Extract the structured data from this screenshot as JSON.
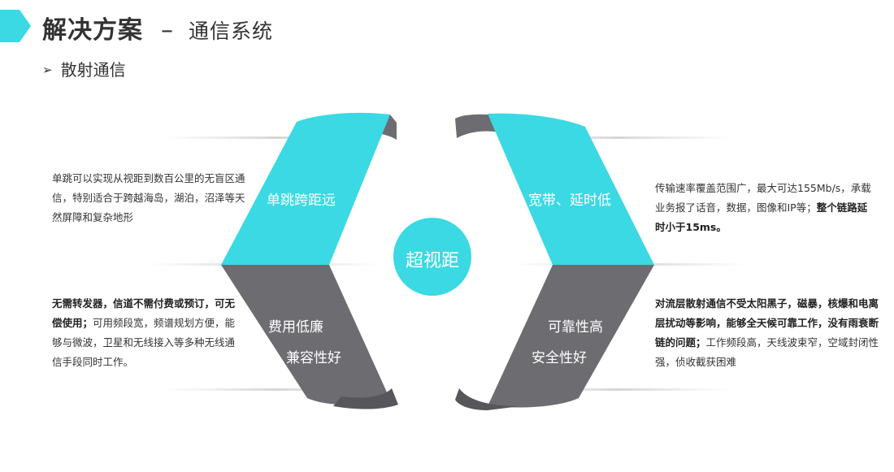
{
  "header": {
    "title": "解决方案",
    "separator": "–",
    "subtitle": "通信系统"
  },
  "section": {
    "bullet_icon": "arrow-right-icon",
    "title": "散射通信"
  },
  "diagram": {
    "center": "超视距",
    "top_left": "单跳跨距远",
    "bottom_left_1": "费用低廉",
    "bottom_left_2": "兼容性好",
    "top_right": "宽带、延时低",
    "bottom_right_1": "可靠性高",
    "bottom_right_2": "安全性好"
  },
  "descriptions": {
    "top_left": "单跳可以实现从视距到数百公里的无盲区通信，特别适合于跨越海岛，湖泊，沼泽等天然屏障和复杂地形",
    "top_right_normal": "传输速率覆盖范围广，最大可达155Mb/s，承载业务报了话音，数据，图像和IP等；",
    "top_right_bold": "整个链路延时小于15ms。",
    "bottom_left_bold": "无需转发器，信道不需付费或预订，可无偿使用；",
    "bottom_left_normal": "可用频段宽，频谱规划方便，能够与微波，卫星和无线接入等多种无线通信手段同时工作。",
    "bottom_right_bold": "对流层散射通信不受太阳黑子，磁暴，核爆和电离层扰动等影响，能够全天候可靠工作，没有雨衰断链的问题；",
    "bottom_right_normal": "工作频段高，天线波束窄，空域封闭性强，侦收截获困难"
  },
  "colors": {
    "accent": "#3ad9e3",
    "gray": "#6d6c70",
    "dark_gray": "#57565a",
    "text": "#333333"
  }
}
